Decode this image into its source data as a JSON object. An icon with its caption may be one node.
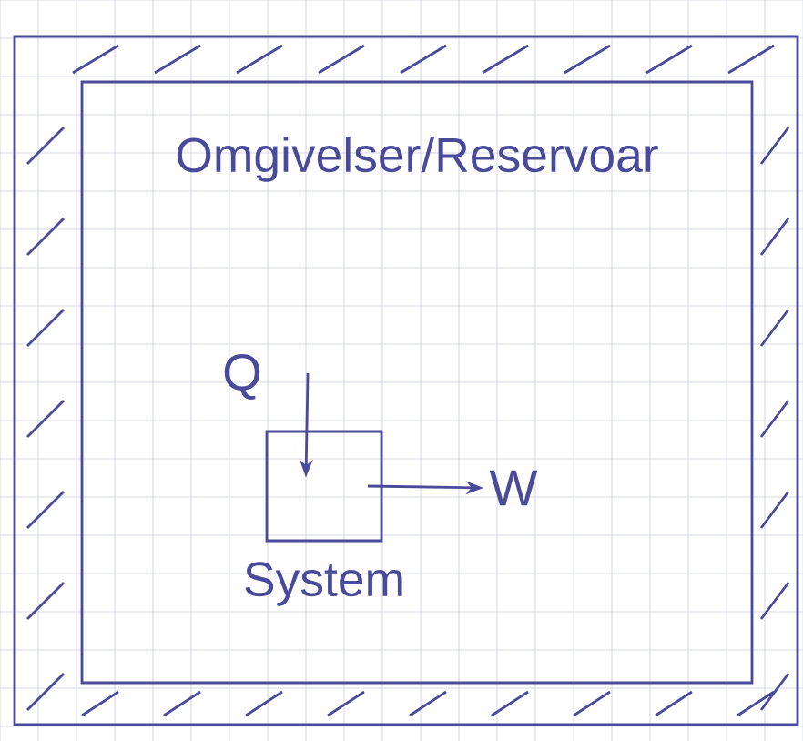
{
  "diagram": {
    "nodes": [
      {
        "text": [
          "Omgivelser/Reservoar"
        ]
      },
      {
        "text": [],
        "shape": "box",
        "in": 0,
        "beside": [
          "System"
        ]
      },
      {
        "text": [
          "Q"
        ],
        "in": 0
      },
      {
        "text": [
          "W"
        ],
        "in": 0
      }
    ],
    "edges": [
      {
        "from": 2,
        "to": 1,
        "arrow": "to"
      },
      {
        "from": 1,
        "to": 3,
        "arrow": "to"
      }
    ]
  }
}
